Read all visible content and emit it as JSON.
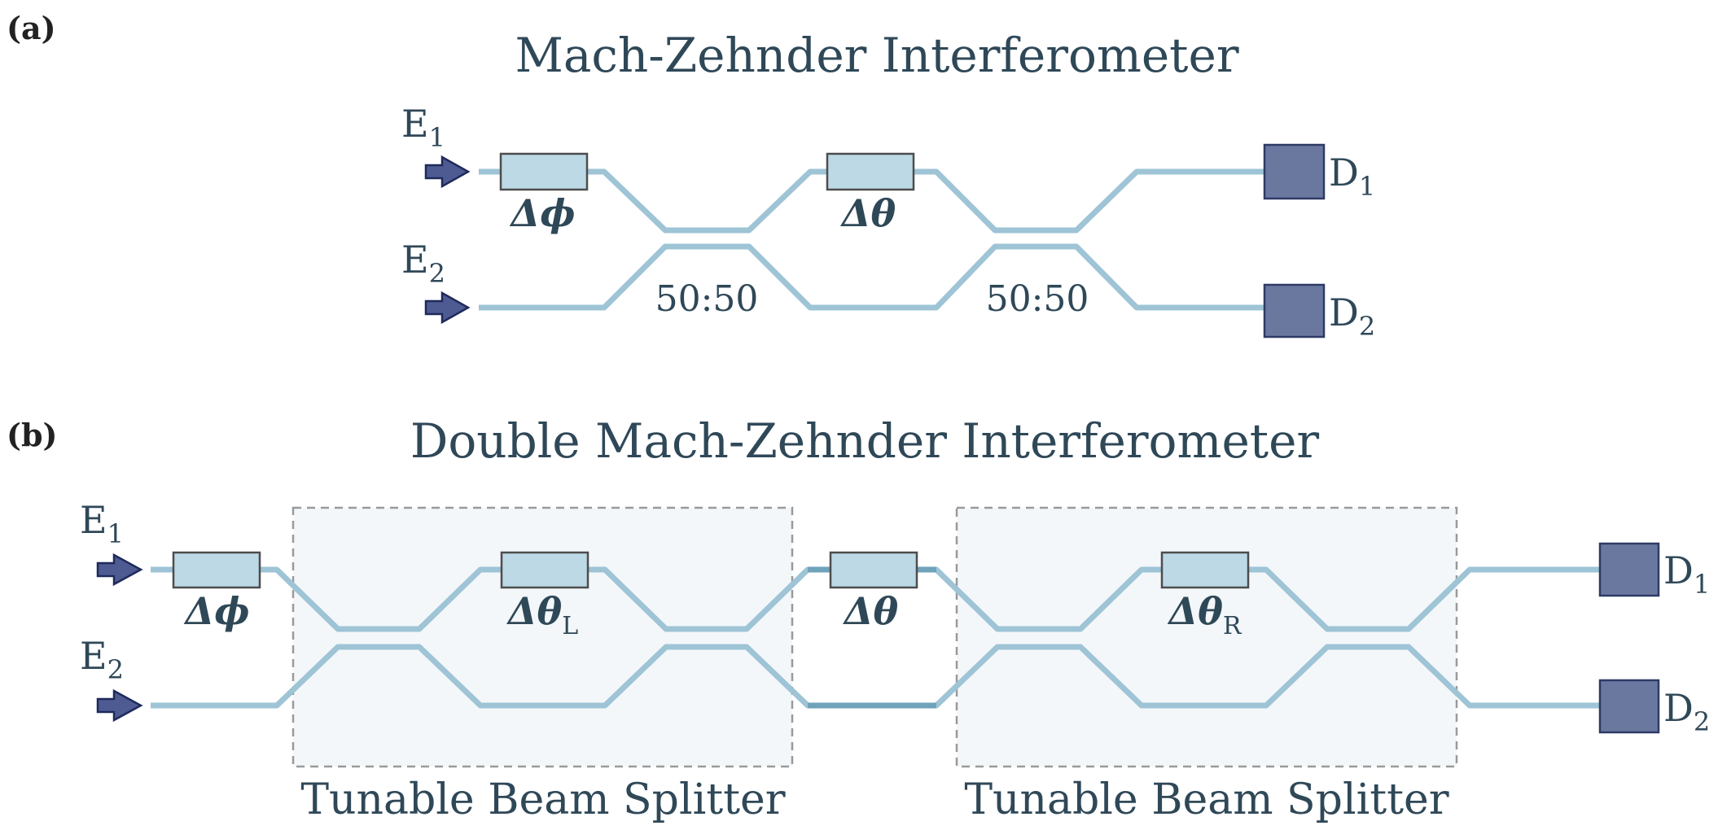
{
  "panel_a": {
    "tag": "(a)",
    "title": "Mach-Zehnder Interferometer",
    "inputs": [
      "E",
      "E"
    ],
    "input_subs": [
      "1",
      "2"
    ],
    "phases": [
      "Δϕ",
      "Δθ"
    ],
    "splitters": [
      "50:50",
      "50:50"
    ],
    "detectors": [
      "D",
      "D"
    ],
    "detector_subs": [
      "1",
      "2"
    ]
  },
  "panel_b": {
    "tag": "(b)",
    "title": "Double Mach-Zehnder Interferometer",
    "inputs": [
      "E",
      "E"
    ],
    "input_subs": [
      "1",
      "2"
    ],
    "phases": [
      "Δϕ",
      "Δθ",
      "Δθ",
      "Δθ"
    ],
    "phase_subs": [
      "",
      "L",
      "",
      "R"
    ],
    "tbs_labels": [
      "Tunable Beam Splitter",
      "Tunable Beam Splitter"
    ],
    "detectors": [
      "D",
      "D"
    ],
    "detector_subs": [
      "1",
      "2"
    ]
  },
  "colors": {
    "waveguide": "#9ec4d6",
    "phase_shifter": "#bcd9e5",
    "detector": "#6a779e",
    "arrow": "#4e5b93",
    "text": "#2f4858"
  }
}
